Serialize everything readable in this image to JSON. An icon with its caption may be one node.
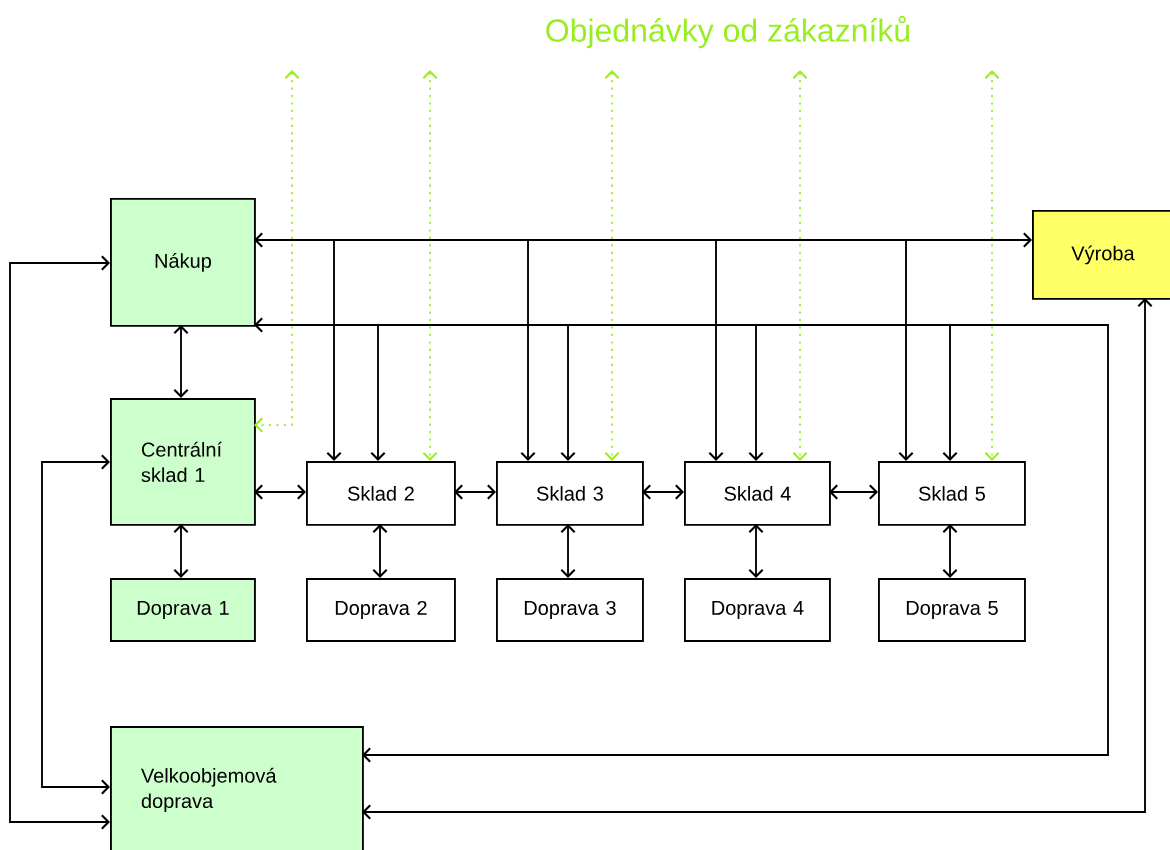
{
  "diagram": {
    "title": "Objednávky od zákazníků",
    "nodes": [
      {
        "text": [
          "Nákup"
        ]
      },
      {
        "text": [
          "Výroba"
        ]
      },
      {
        "text": [
          "Centrální sklad 1"
        ]
      },
      {
        "text": [
          "Sklad 2"
        ]
      },
      {
        "text": [
          "Sklad 3"
        ]
      },
      {
        "text": [
          "Sklad 4"
        ]
      },
      {
        "text": [
          "Sklad 5"
        ]
      },
      {
        "text": [
          "Doprava 1"
        ]
      },
      {
        "text": [
          "Doprava 2"
        ]
      },
      {
        "text": [
          "Doprava 3"
        ]
      },
      {
        "text": [
          "Doprava 4"
        ]
      },
      {
        "text": [
          "Doprava 5"
        ]
      },
      {
        "text": [
          "Velkoobjemová doprava"
        ]
      }
    ],
    "edges": [
      {
        "from": 0,
        "to": 2,
        "arrow": "both"
      },
      {
        "from": 0,
        "to": 1,
        "arrow": "both"
      },
      {
        "from": 0,
        "to": 3,
        "arrow": "to"
      },
      {
        "from": 0,
        "to": 4,
        "arrow": "to"
      },
      {
        "from": 0,
        "to": 5,
        "arrow": "to"
      },
      {
        "from": 0,
        "to": 6,
        "arrow": "to"
      },
      {
        "from": 0,
        "to": 12,
        "arrow": "both"
      },
      {
        "from": 0,
        "to": 3,
        "arrow": "to"
      },
      {
        "from": 0,
        "to": 4,
        "arrow": "to"
      },
      {
        "from": 0,
        "to": 5,
        "arrow": "to"
      },
      {
        "from": 0,
        "to": 6,
        "arrow": "to"
      },
      {
        "from": 0,
        "to": 12,
        "arrow": "both"
      },
      {
        "from": 2,
        "to": 12,
        "arrow": "both"
      },
      {
        "from": 12,
        "to": 1,
        "arrow": "both"
      },
      {
        "from": 2,
        "to": 3,
        "arrow": "both"
      },
      {
        "from": 3,
        "to": 4,
        "arrow": "both"
      },
      {
        "from": 4,
        "to": 5,
        "arrow": "both"
      },
      {
        "from": 5,
        "to": 6,
        "arrow": "both"
      },
      {
        "from": 2,
        "to": 7,
        "arrow": "both"
      },
      {
        "from": 3,
        "to": 8,
        "arrow": "both"
      },
      {
        "from": 4,
        "to": 9,
        "arrow": "both"
      },
      {
        "from": 5,
        "to": 10,
        "arrow": "both"
      },
      {
        "from": 6,
        "to": 11,
        "arrow": "both"
      },
      {
        "from": null,
        "to": 2,
        "arrow": "both",
        "style": "dashed",
        "color": "#99ee22"
      },
      {
        "from": null,
        "to": 3,
        "arrow": "both",
        "style": "dashed",
        "color": "#99ee22"
      },
      {
        "from": null,
        "to": 4,
        "arrow": "both",
        "style": "dashed",
        "color": "#99ee22"
      },
      {
        "from": null,
        "to": 5,
        "arrow": "both",
        "style": "dashed",
        "color": "#99ee22"
      },
      {
        "from": null,
        "to": 6,
        "arrow": "both",
        "style": "dashed",
        "color": "#99ee22"
      }
    ]
  }
}
